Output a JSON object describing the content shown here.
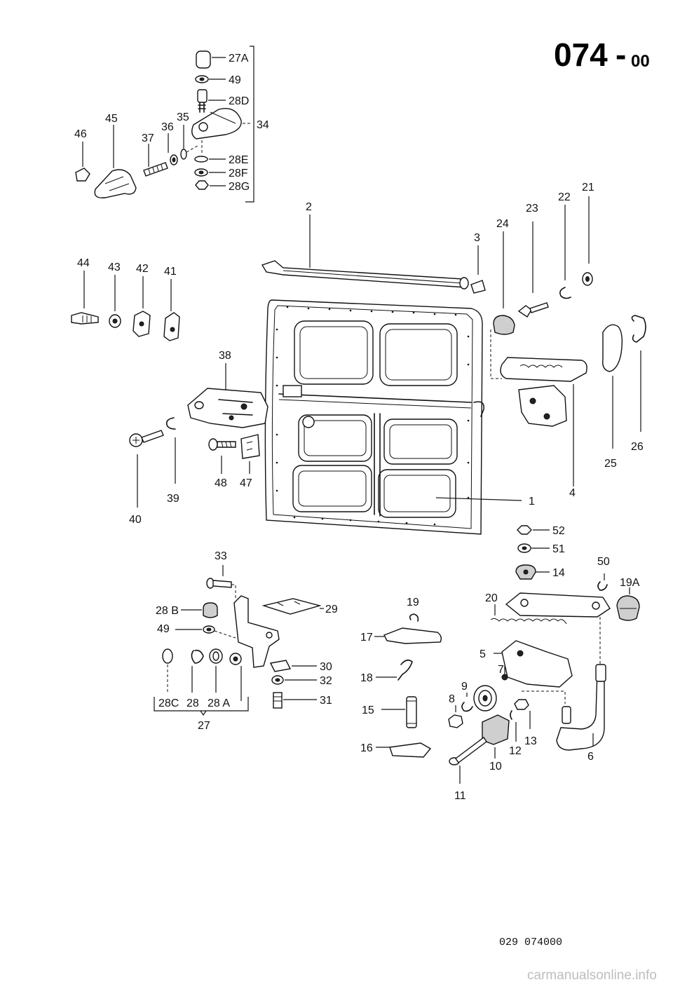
{
  "page_number": {
    "main": "074",
    "sep": "-",
    "sub": "00"
  },
  "drawing_reference": "029  074000",
  "watermark": "carmanualsonline.info",
  "callouts": {
    "c1": "1",
    "c2": "2",
    "c3": "3",
    "c4": "4",
    "c5": "5",
    "c6": "6",
    "c7": "7",
    "c8": "8",
    "c9": "9",
    "c10": "10",
    "c11": "11",
    "c12": "12",
    "c13": "13",
    "c14": "14",
    "c15": "15",
    "c16": "16",
    "c17": "17",
    "c18": "18",
    "c19": "19",
    "c19A": "19A",
    "c20": "20",
    "c21": "21",
    "c22": "22",
    "c23": "23",
    "c24": "24",
    "c25": "25",
    "c26": "26",
    "c27": "27",
    "c27A": "27A",
    "c28": "28",
    "c28A": "28 A",
    "c28B": "28 B",
    "c28C": "28C",
    "c28D": "28D",
    "c28E": "28E",
    "c28F": "28F",
    "c28G": "28G",
    "c29": "29",
    "c30": "30",
    "c31": "31",
    "c32": "32",
    "c33": "33",
    "c34": "34",
    "c35": "35",
    "c36": "36",
    "c37": "37",
    "c38": "38",
    "c39": "39",
    "c40": "40",
    "c41": "41",
    "c42": "42",
    "c43": "43",
    "c44": "44",
    "c45": "45",
    "c46": "46",
    "c47": "47",
    "c48": "48",
    "c49a": "49",
    "c49b": "49",
    "c50": "50",
    "c51": "51",
    "c52": "52"
  }
}
